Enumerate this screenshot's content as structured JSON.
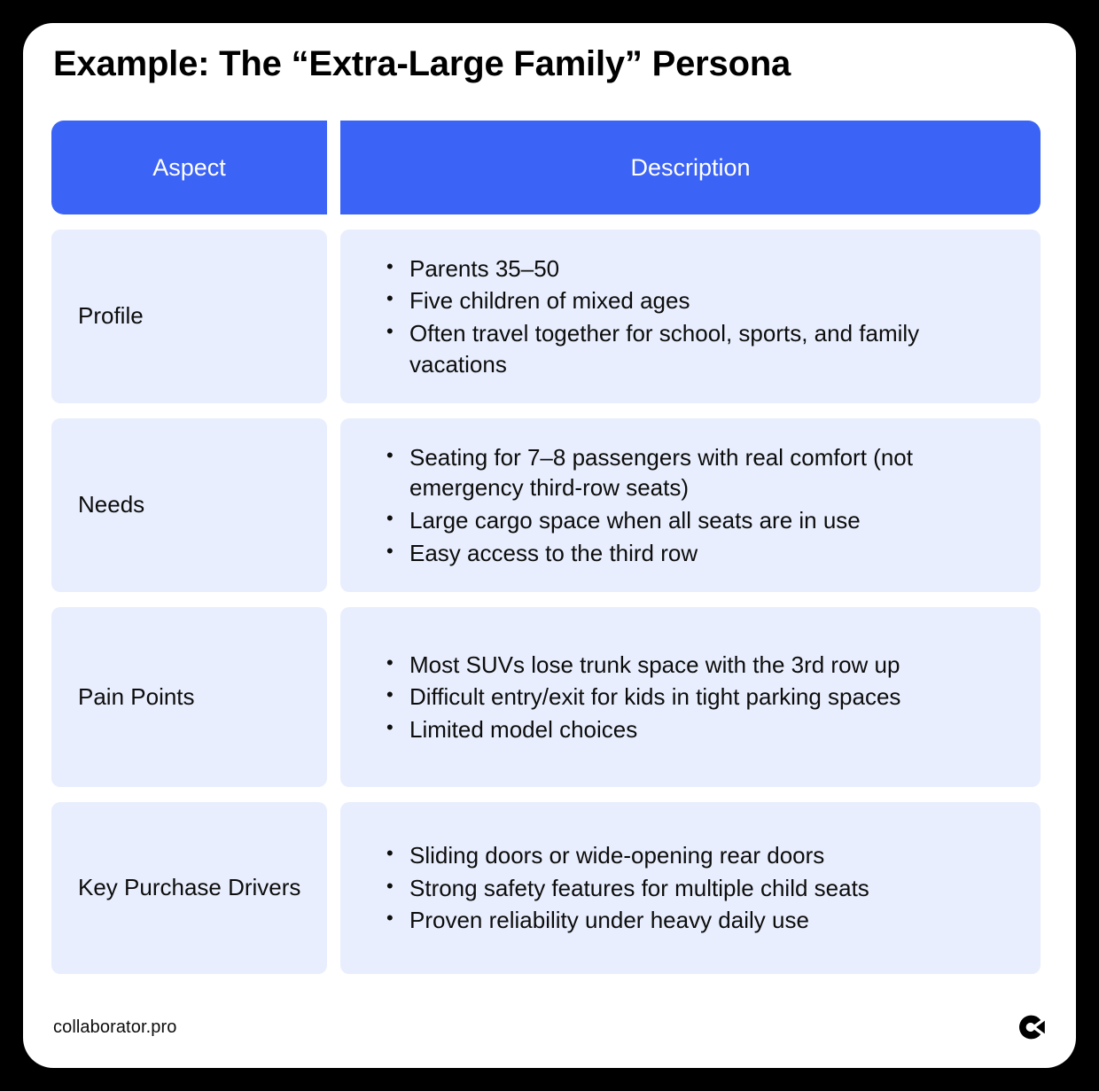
{
  "page": {
    "title": "Example: The “Extra-Large Family” Persona"
  },
  "colors": {
    "header_blue": "#3B63F5",
    "row_background": "#E8EEFD",
    "card_background": "#FFFFFF",
    "backdrop": "#000000",
    "text": "#0D0D0D",
    "header_text": "#FFFFFF"
  },
  "table": {
    "columns": [
      {
        "key": "aspect",
        "label": "Aspect"
      },
      {
        "key": "description",
        "label": "Description"
      }
    ],
    "rows": [
      {
        "aspect": "Profile",
        "bullets": [
          "Parents 35–50",
          "Five children of mixed ages",
          "Often travel together for school, sports, and family vacations"
        ]
      },
      {
        "aspect": "Needs",
        "bullets": [
          "Seating for 7–8 passengers with real comfort (not emergency third-row seats)",
          "Large cargo space when all seats are in use",
          "Easy access to the third row"
        ]
      },
      {
        "aspect": "Pain Points",
        "bullets": [
          "Most SUVs lose trunk space with the 3rd row up",
          "Difficult entry/exit for kids in tight parking spaces",
          "Limited model choices"
        ]
      },
      {
        "aspect": "Key Purchase Drivers",
        "bullets": [
          "Sliding doors or wide-opening rear doors",
          "Strong safety features for multiple child seats",
          "Proven reliability under heavy daily use"
        ]
      }
    ]
  },
  "footer": {
    "url": "collaborator.pro",
    "logo_name": "collaborator-logo-icon"
  }
}
